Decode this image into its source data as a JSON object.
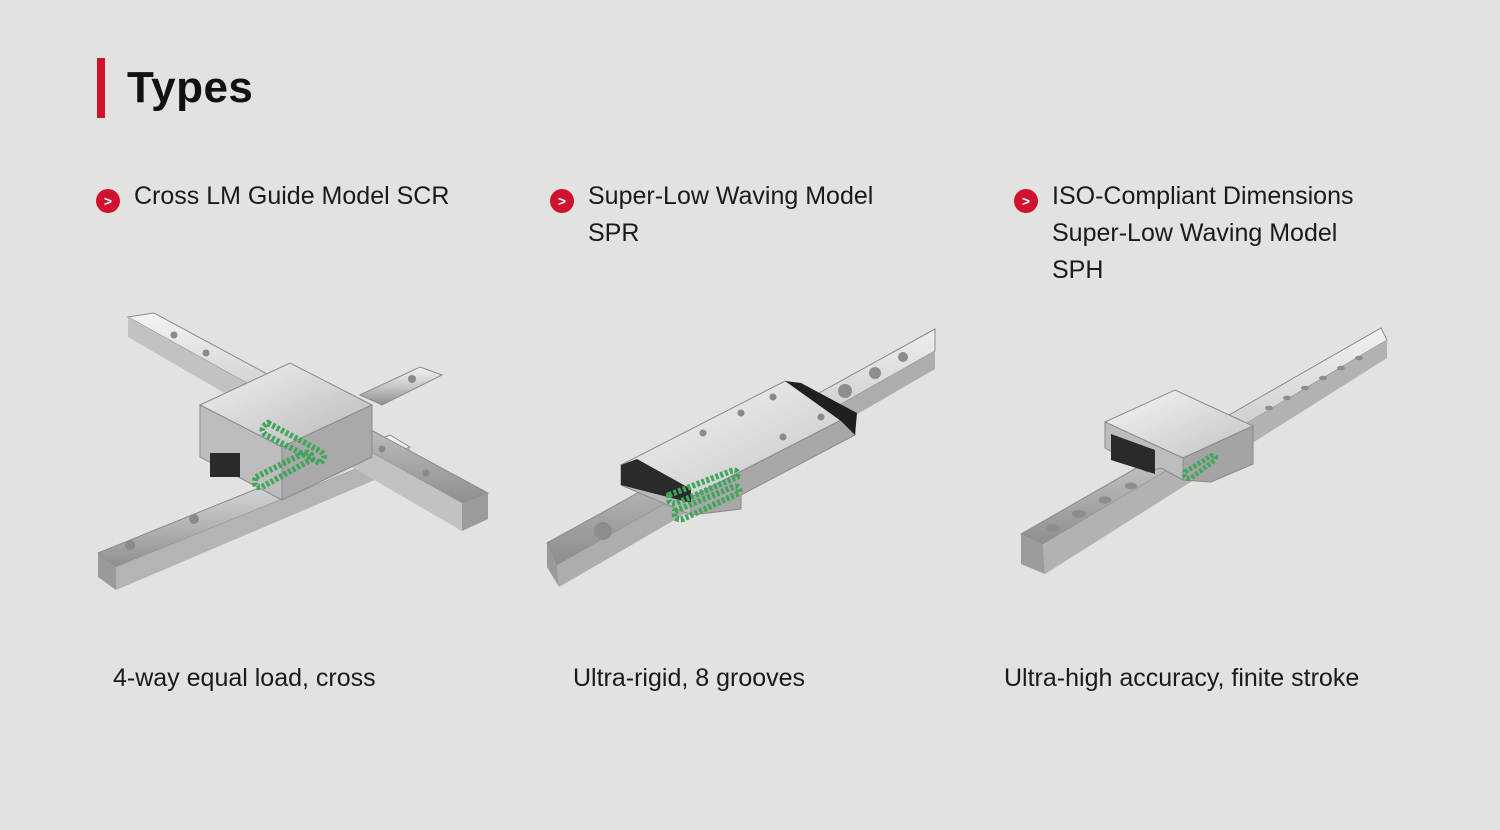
{
  "header": {
    "title": "Types",
    "accent_color": "#d0122f"
  },
  "cards": [
    {
      "title_lines": [
        "Cross LM Guide Model SCR"
      ],
      "bullet_icon": "chevron-right-icon",
      "bullet_symbol": ">",
      "caption": "4-way equal load, cross",
      "image": "cross-lm-guide-product-image"
    },
    {
      "title_lines": [
        "Super-Low Waving Model",
        "SPR"
      ],
      "bullet_icon": "chevron-right-icon",
      "bullet_symbol": ">",
      "caption": "Ultra-rigid, 8 grooves",
      "image": "super-low-waving-spr-product-image"
    },
    {
      "title_lines": [
        "ISO-Compliant Dimensions",
        "Super-Low Waving Model",
        "SPH"
      ],
      "bullet_icon": "chevron-right-icon",
      "bullet_symbol": ">",
      "caption": "Ultra-high accuracy, finite stroke",
      "image": "iso-compliant-sph-product-image"
    }
  ],
  "colors": {
    "background": "#e2e2e0",
    "accent": "#d0122f",
    "ball_green": "#3fa65a"
  }
}
